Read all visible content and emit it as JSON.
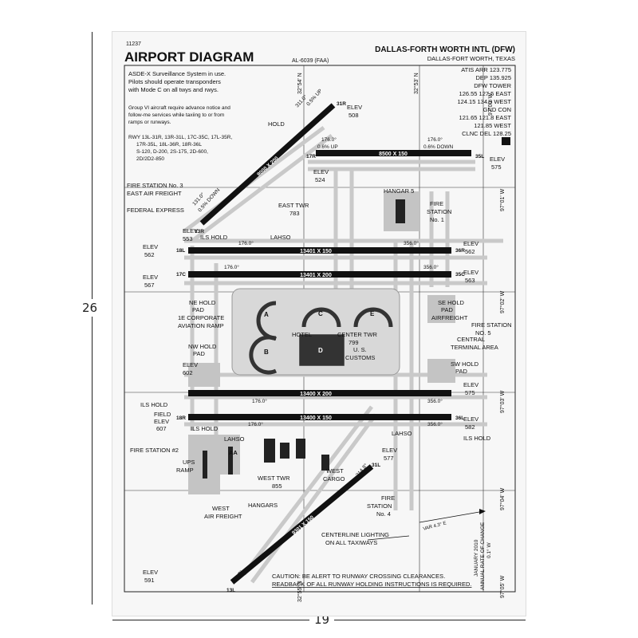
{
  "dimensions": {
    "height_label": "26",
    "width_label": "19"
  },
  "header": {
    "chart_number": "11237",
    "title": "AIRPORT DIAGRAM",
    "airport_name": "DALLAS-FORTH WORTH INTL (DFW)",
    "location": "DALLAS-FORT WORTH, TEXAS",
    "procedure_id": "AL-6039 (FAA)"
  },
  "notes": {
    "asde": [
      "ASDE-X Surveillance System in use.",
      "Pilots should operate transponders",
      "with Mode C on all twys and rwys."
    ],
    "group6": [
      "Group VI aircraft require advance notice and",
      "follow-me services while taxiing to or from",
      "ramps or runways."
    ],
    "rwy": [
      "RWY 13L-31R, 13R-31L, 17C-35C, 17L-35R,",
      "17R-35L, 18L-36R, 18R-36L",
      "S-120, D-200, 2S-175, 2D-600,",
      "2D/2D2-850"
    ]
  },
  "frequencies": [
    "ATIS ARR 123.775",
    "DEP 135.925",
    "DFW TOWER",
    "126.55 127.5 EAST",
    "124.15 134.9 WEST",
    "GND CON",
    "121.65 121.8 EAST",
    "121.85 WEST",
    "CLNC DEL 128.25"
  ],
  "coordinates": {
    "lat_top_left": "32°54' N",
    "lat_top_right": "32°53' N",
    "lat_bottom_left": "32°55' N",
    "lon_top": "97°00' W",
    "lon_1": "97°01' W",
    "lon_2": "97°02' W",
    "lon_3": "97°03' W",
    "lon_4": "97°04' W",
    "lon_5": "97°05' W"
  },
  "runways": [
    {
      "label": "9000 X 200",
      "heading_top": "311.0°",
      "grade_top": "0.5% UP",
      "heading_bottom": "131.0°",
      "grade_bottom": "0.5% DOWN"
    },
    {
      "label": "8500 X 150",
      "heading_left": "176.0°",
      "grade_left": "0.6% UP",
      "heading_right": "176.0°",
      "grade_right": "0.6% DOWN"
    },
    {
      "label": "13401 X 150",
      "heading_left": "176.0°",
      "heading_right": "356.0°"
    },
    {
      "label": "13401 X 200",
      "heading_left": "176.0°",
      "heading_right": "356.0°"
    },
    {
      "label": "13400 X 200",
      "heading_left": "176.0°",
      "heading_right": "356.0°"
    },
    {
      "label": "13400 X 150",
      "heading_left": "176.0°",
      "heading_right": "356.0°"
    },
    {
      "label": "9301 X 150",
      "heading_top": "314.8°",
      "heading_bottom": "134.7°"
    }
  ],
  "labels": {
    "hold": "HOLD",
    "fire3": "FIRE STATION No. 3",
    "east_freight": "EAST AIR FREIGHT",
    "federal_express": "FEDERAL EXPRESS",
    "elev_508": [
      "ELEV",
      "508"
    ],
    "elev_524": [
      "ELEV",
      "524"
    ],
    "elev_575a": [
      "ELEV",
      "575"
    ],
    "elev_553": [
      "ELEV",
      "553"
    ],
    "ils_hold": "ILS HOLD",
    "lahso": "LAHSO",
    "elev_562l": [
      "ELEV",
      "562"
    ],
    "elev_567": [
      "ELEV",
      "567"
    ],
    "elev_562r": [
      "ELEV",
      "562"
    ],
    "elev_563": [
      "ELEV",
      "563"
    ],
    "east_twr": [
      "EAST TWR",
      "783"
    ],
    "hangar5": "HANGAR 5",
    "fire1": [
      "FIRE",
      "STATION",
      "No. 1"
    ],
    "ne_hold": [
      "NE HOLD",
      "PAD"
    ],
    "corp_ramp": [
      "1E CORPORATE",
      "AVIATION RAMP"
    ],
    "se_hold": [
      "SE HOLD",
      "PAD"
    ],
    "airfreight": "AIRFREIGHT",
    "fire5": [
      "FIRE STATION",
      "NO. 5"
    ],
    "nw_hold": [
      "NW HOLD",
      "PAD"
    ],
    "hotel": "HOTEL",
    "center_twr": [
      "CENTER TWR",
      "799"
    ],
    "customs": [
      "U. S.",
      "CUSTOMS"
    ],
    "central_terminal": [
      "CENTRAL",
      "TERMINAL AREA"
    ],
    "elev_602": [
      "ELEV",
      "602"
    ],
    "sw_hold": [
      "SW HOLD",
      "PAD"
    ],
    "elev_575b": [
      "ELEV",
      "575"
    ],
    "elev_582": [
      "ELEV",
      "582"
    ],
    "field_elev": [
      "FIELD",
      "ELEV",
      "607"
    ],
    "fire2": "FIRE STATION #2",
    "ups_ramp": [
      "UPS",
      "RAMP"
    ],
    "west_twr": [
      "WEST TWR",
      "855"
    ],
    "west_cargo": [
      "WEST",
      "CARGO"
    ],
    "hangars": "HANGARS",
    "west_freight": [
      "WEST",
      "AIR FREIGHT"
    ],
    "elev_577": [
      "ELEV",
      "577"
    ],
    "fire4": [
      "FIRE",
      "STATION",
      "No. 4"
    ],
    "centerline": [
      "CENTERLINE LIGHTING",
      "ON ALL TAXIWAYS"
    ],
    "var": "VAR 4.3° E",
    "annual_change": [
      "JANUARY 2010",
      "ANNUAL RATE OF CHANGE",
      "0.1° W"
    ],
    "elev_591": [
      "ELEV",
      "591"
    ],
    "caution": [
      "CAUTION:  BE ALERT TO RUNWAY CROSSING CLEARANCES.",
      "READBACK OF ALL RUNWAY HOLDING INSTRUCTIONS IS REQUIRED."
    ],
    "rwy_ends": [
      "31R",
      "13R",
      "35L",
      "17R",
      "36R",
      "18L",
      "13L",
      "31L",
      "17C",
      "35C",
      "18R",
      "36L"
    ],
    "terminals": [
      "A",
      "B",
      "C",
      "D",
      "E"
    ],
    "freight_ramp": "AA"
  }
}
